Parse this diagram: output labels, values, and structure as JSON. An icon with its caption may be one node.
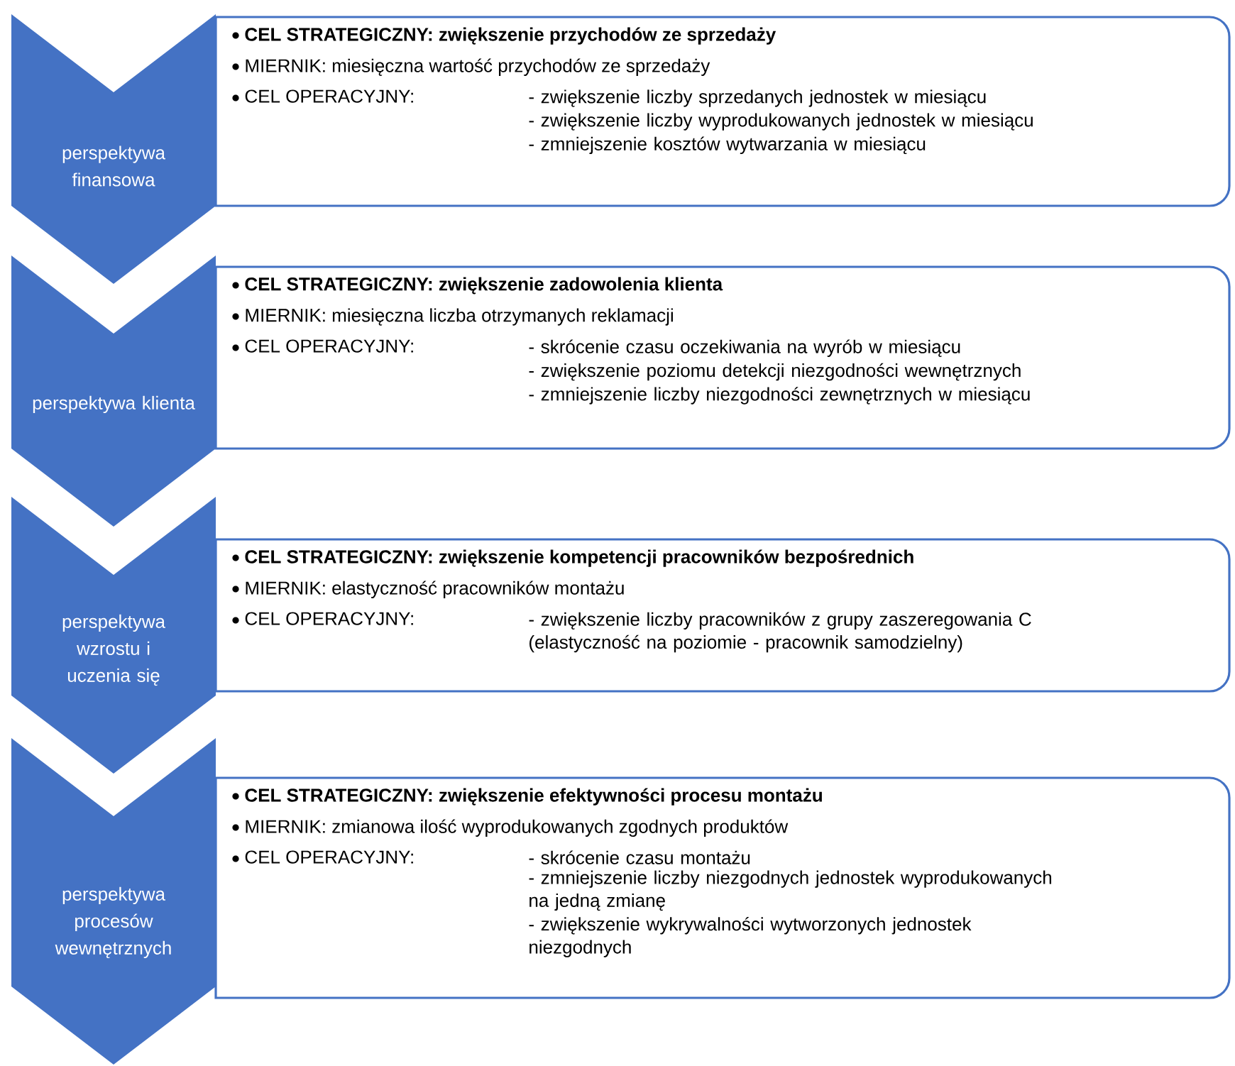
{
  "diagram": {
    "nodes": [
      {
        "text": [
          "perspektywa finansowa"
        ]
      },
      {
        "text": [
          "CEL STRATEGICZNY: zwiększenie przychodów ze sprzedaży",
          "MIERNIK:  miesięczna wartość przychodów ze sprzedaży",
          "CEL OPERACYJNY:",
          "- zwiększenie liczby sprzedanych jednostek w miesiącu",
          "- zwiększenie liczby wyprodukowanych jednostek w miesiącu",
          "- zmniejszenie kosztów wytwarzania w miesiącu"
        ]
      },
      {
        "text": [
          "perspektywa klienta"
        ]
      },
      {
        "text": [
          "CEL STRATEGICZNY: zwiększenie zadowolenia klienta",
          "MIERNIK:  miesięczna liczba otrzymanych reklamacji",
          "CEL OPERACYJNY:",
          "- skrócenie czasu oczekiwania na wyrób w miesiącu",
          "- zwiększenie poziomu detekcji niezgodności wewnętrznych",
          "- zmniejszenie liczby niezgodności zewnętrznych w miesiącu"
        ]
      },
      {
        "text": [
          "perspektywa wzrostu i uczenia się"
        ]
      },
      {
        "text": [
          "CEL STRATEGICZNY: zwiększenie kompetencji pracowników bezpośrednich",
          "MIERNIK:  elastyczność pracowników montażu",
          "CEL OPERACYJNY:",
          "- zwiększenie liczby pracowników z grupy zaszeregowania C (elastyczność na poziomie - pracownik samodzielny)"
        ]
      },
      {
        "text": [
          "perspektywa procesów wewnętrznych"
        ]
      },
      {
        "text": [
          "CEL STRATEGICZNY: zwiększenie efektywności procesu montażu",
          "MIERNIK:  zmianowa ilość wyprodukowanych zgodnych produktów",
          "CEL OPERACYJNY:",
          "- skrócenie czasu montażu",
          "- zmniejszenie liczby niezgodnych jednostek wyprodukowanych na jedną zmianę",
          "- zwiększenie wykrywalności wytworzonych jednostek niezgodnych"
        ]
      }
    ]
  }
}
